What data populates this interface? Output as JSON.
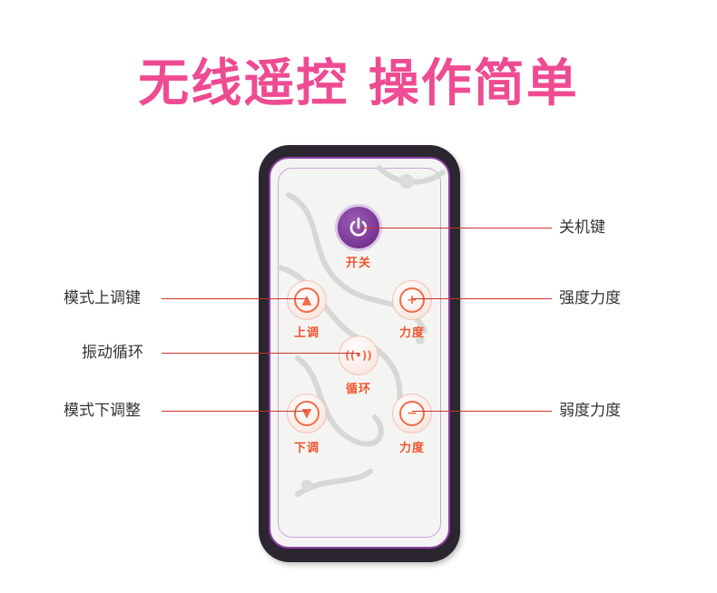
{
  "title": "无线遥控 操作简单",
  "buttons": {
    "power": {
      "label": "开关"
    },
    "mode_up": {
      "label": "上调"
    },
    "strength_up": {
      "label": "力度"
    },
    "cycle": {
      "label": "循环"
    },
    "mode_down": {
      "label": "下调"
    },
    "strength_down": {
      "label": "力度"
    }
  },
  "callouts": {
    "power": "关机键",
    "mode_up": "模式上调键",
    "strength_up": "强度力度",
    "cycle": "振动循环",
    "mode_down": "模式下调整",
    "strength_down": "弱度力度"
  },
  "colors": {
    "title": "#ee4b92",
    "button_orange": "#f26a46",
    "power_purple": "#7d3b98",
    "callout_line": "#c9342c"
  }
}
